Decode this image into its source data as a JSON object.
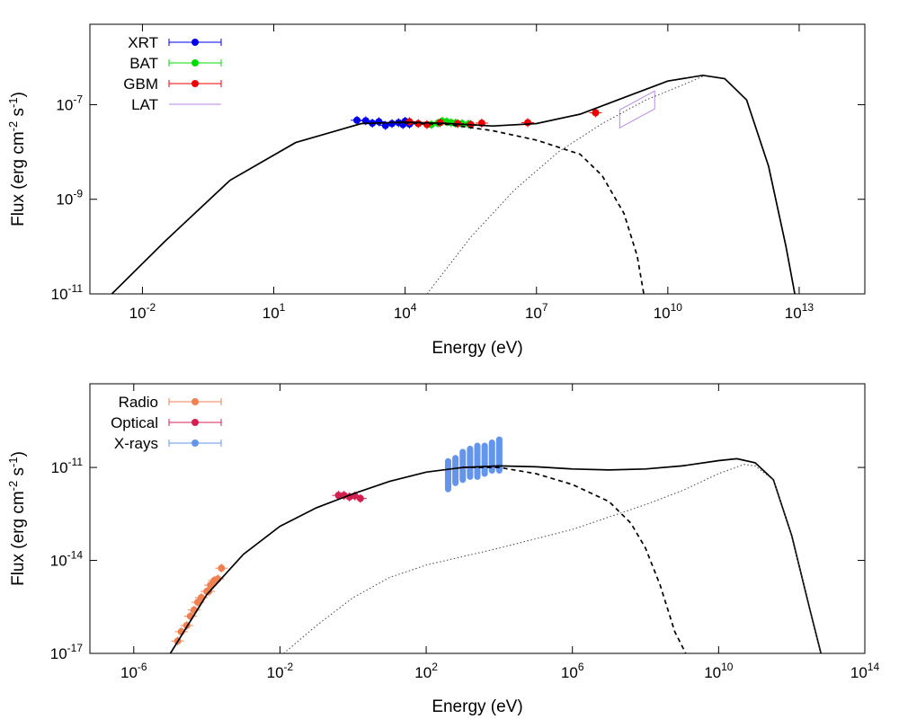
{
  "chart_data": [
    {
      "type": "scatter",
      "log_x": true,
      "log_y": true,
      "xlabel": "Energy (eV)",
      "ylabel": "Flux (erg cm-2 s-1)",
      "ylabel_parts": [
        "Flux (erg cm",
        "-2",
        " s",
        "-1",
        ")"
      ],
      "xlim_exp": [
        -3.2,
        14.5
      ],
      "ylim_exp": [
        -11,
        -5.3
      ],
      "xticks": [
        {
          "base": "10",
          "exp": "-2",
          "v": -2
        },
        {
          "base": "10",
          "exp": "1",
          "v": 1
        },
        {
          "base": "10",
          "exp": "4",
          "v": 4
        },
        {
          "base": "10",
          "exp": "7",
          "v": 7
        },
        {
          "base": "10",
          "exp": "10",
          "v": 10
        },
        {
          "base": "10",
          "exp": "13",
          "v": 13
        }
      ],
      "yticks": [
        {
          "base": "10",
          "exp": "-7",
          "v": -7
        },
        {
          "base": "10",
          "exp": "-9",
          "v": -9
        },
        {
          "base": "10",
          "exp": "-11",
          "v": -11
        }
      ],
      "grid": false,
      "legend_position": "top-left",
      "series": [
        {
          "name": "XRT",
          "color": "#0000ee",
          "kind": "points",
          "points": [
            [
              2.9,
              -7.33
            ],
            [
              3.1,
              -7.34
            ],
            [
              3.25,
              -7.39
            ],
            [
              3.4,
              -7.36
            ],
            [
              3.55,
              -7.44
            ],
            [
              3.7,
              -7.4
            ],
            [
              3.85,
              -7.38
            ],
            [
              3.95,
              -7.42
            ],
            [
              4.0,
              -7.35
            ],
            [
              4.1,
              -7.41
            ]
          ]
        },
        {
          "name": "BAT",
          "color": "#00dd00",
          "kind": "points",
          "points": [
            [
              4.6,
              -7.42
            ],
            [
              4.75,
              -7.39
            ],
            [
              4.85,
              -7.35
            ],
            [
              4.95,
              -7.36
            ],
            [
              5.05,
              -7.38
            ],
            [
              5.15,
              -7.39
            ],
            [
              5.3,
              -7.4
            ],
            [
              5.45,
              -7.41
            ]
          ]
        },
        {
          "name": "GBM",
          "color": "#ee0000",
          "kind": "points",
          "points": [
            [
              4.1,
              -7.36
            ],
            [
              4.3,
              -7.4
            ],
            [
              4.5,
              -7.42
            ],
            [
              4.8,
              -7.38
            ],
            [
              5.2,
              -7.4
            ],
            [
              5.5,
              -7.42
            ],
            [
              5.75,
              -7.39
            ],
            [
              6.8,
              -7.38
            ],
            [
              8.35,
              -7.17
            ]
          ]
        },
        {
          "name": "LAT",
          "color": "#b48be6",
          "kind": "butterfly",
          "points": [
            [
              8.9,
              -7.3
            ],
            [
              9.3,
              -7.1
            ],
            [
              9.7,
              -6.9
            ]
          ]
        },
        {
          "name": "",
          "color": "#000000",
          "kind": "line",
          "style": "solid",
          "points": [
            [
              -2.7,
              -11
            ],
            [
              -1.5,
              -9.9
            ],
            [
              0,
              -8.6
            ],
            [
              1.5,
              -7.8
            ],
            [
              3,
              -7.4
            ],
            [
              4,
              -7.37
            ],
            [
              5,
              -7.4
            ],
            [
              6,
              -7.45
            ],
            [
              7,
              -7.4
            ],
            [
              8,
              -7.2
            ],
            [
              9,
              -6.85
            ],
            [
              10,
              -6.5
            ],
            [
              10.8,
              -6.38
            ],
            [
              11.3,
              -6.45
            ],
            [
              11.8,
              -6.9
            ],
            [
              12.3,
              -8.3
            ],
            [
              12.7,
              -10
            ],
            [
              12.9,
              -11
            ]
          ]
        },
        {
          "name": "",
          "color": "#000000",
          "kind": "line",
          "style": "dashed",
          "points": [
            [
              3.8,
              -7.38
            ],
            [
              5,
              -7.42
            ],
            [
              6,
              -7.55
            ],
            [
              7,
              -7.75
            ],
            [
              8,
              -8.05
            ],
            [
              8.5,
              -8.5
            ],
            [
              9,
              -9.3
            ],
            [
              9.3,
              -10.2
            ],
            [
              9.45,
              -11
            ]
          ]
        },
        {
          "name": "",
          "color": "#444444",
          "kind": "line",
          "style": "dotted",
          "points": [
            [
              4.5,
              -11
            ],
            [
              5.5,
              -9.8
            ],
            [
              6.5,
              -8.8
            ],
            [
              7.5,
              -8.0
            ],
            [
              8.5,
              -7.4
            ],
            [
              9.5,
              -6.9
            ],
            [
              10.3,
              -6.6
            ],
            [
              10.8,
              -6.4
            ]
          ]
        }
      ]
    },
    {
      "type": "scatter",
      "log_x": true,
      "log_y": true,
      "xlabel": "Energy (eV)",
      "ylabel": "Flux (erg cm-2 s-1)",
      "ylabel_parts": [
        "Flux (erg cm",
        "-2",
        " s",
        "-1",
        ")"
      ],
      "xlim_exp": [
        -7.2,
        14
      ],
      "ylim_exp": [
        -17,
        -8.3
      ],
      "xticks": [
        {
          "base": "10",
          "exp": "-6",
          "v": -6
        },
        {
          "base": "10",
          "exp": "-2",
          "v": -2
        },
        {
          "base": "10",
          "exp": "2",
          "v": 2
        },
        {
          "base": "10",
          "exp": "6",
          "v": 6
        },
        {
          "base": "10",
          "exp": "10",
          "v": 10
        },
        {
          "base": "10",
          "exp": "14",
          "v": 14
        }
      ],
      "yticks": [
        {
          "base": "10",
          "exp": "-11",
          "v": -11
        },
        {
          "base": "10",
          "exp": "-14",
          "v": -14
        },
        {
          "base": "10",
          "exp": "-17",
          "v": -17
        }
      ],
      "grid": false,
      "legend_position": "top-left",
      "series": [
        {
          "name": "Radio",
          "color": "#f08050",
          "kind": "points",
          "points": [
            [
              -4.8,
              -16.6
            ],
            [
              -4.7,
              -16.3
            ],
            [
              -4.55,
              -16.1
            ],
            [
              -4.45,
              -15.8
            ],
            [
              -4.35,
              -15.6
            ],
            [
              -4.25,
              -15.35
            ],
            [
              -4.15,
              -15.2
            ],
            [
              -4.0,
              -15.0
            ],
            [
              -3.9,
              -14.8
            ],
            [
              -3.8,
              -14.65
            ],
            [
              -3.6,
              -14.25
            ],
            [
              -3.95,
              -15.0
            ],
            [
              -3.7,
              -14.6
            ]
          ]
        },
        {
          "name": "Optical",
          "color": "#d42050",
          "kind": "points",
          "points": [
            [
              -0.4,
              -11.9
            ],
            [
              -0.25,
              -11.9
            ],
            [
              -0.1,
              -11.95
            ],
            [
              0.05,
              -11.92
            ],
            [
              0.2,
              -12.0
            ]
          ]
        },
        {
          "name": "X-rays",
          "color": "#6495ed",
          "kind": "band",
          "points": [
            [
              2.6,
              -11.7,
              -10.8
            ],
            [
              2.8,
              -11.5,
              -10.7
            ],
            [
              3.0,
              -11.4,
              -10.5
            ],
            [
              3.2,
              -11.3,
              -10.4
            ],
            [
              3.4,
              -11.3,
              -10.3
            ],
            [
              3.6,
              -11.2,
              -10.3
            ],
            [
              3.8,
              -11.1,
              -10.2
            ],
            [
              4.0,
              -11.1,
              -10.1
            ]
          ]
        },
        {
          "name": "",
          "color": "#000000",
          "kind": "line",
          "style": "solid",
          "points": [
            [
              -5.0,
              -17
            ],
            [
              -4,
              -15.1
            ],
            [
              -3,
              -13.8
            ],
            [
              -2,
              -12.9
            ],
            [
              -1,
              -12.3
            ],
            [
              0,
              -11.85
            ],
            [
              1,
              -11.45
            ],
            [
              2,
              -11.15
            ],
            [
              3,
              -11.0
            ],
            [
              4,
              -10.95
            ],
            [
              5,
              -10.98
            ],
            [
              6,
              -11.05
            ],
            [
              7,
              -11.08
            ],
            [
              8,
              -11.05
            ],
            [
              9,
              -10.95
            ],
            [
              10,
              -10.78
            ],
            [
              10.5,
              -10.72
            ],
            [
              11,
              -10.85
            ],
            [
              11.5,
              -11.4
            ],
            [
              12,
              -13.2
            ],
            [
              12.5,
              -15.6
            ],
            [
              12.8,
              -17
            ]
          ]
        },
        {
          "name": "",
          "color": "#000000",
          "kind": "line",
          "style": "dashed",
          "points": [
            [
              3,
              -11.0
            ],
            [
              4,
              -11.0
            ],
            [
              5,
              -11.2
            ],
            [
              6,
              -11.55
            ],
            [
              7,
              -12.1
            ],
            [
              7.6,
              -12.8
            ],
            [
              8,
              -13.6
            ],
            [
              8.4,
              -14.8
            ],
            [
              8.8,
              -16.3
            ],
            [
              9.1,
              -17
            ]
          ]
        },
        {
          "name": "",
          "color": "#444444",
          "kind": "line",
          "style": "dotted",
          "points": [
            [
              -1.9,
              -17
            ],
            [
              -1,
              -16.1
            ],
            [
              0,
              -15.2
            ],
            [
              1,
              -14.55
            ],
            [
              2,
              -14.15
            ],
            [
              4,
              -13.6
            ],
            [
              6,
              -13.0
            ],
            [
              8,
              -12.2
            ],
            [
              9,
              -11.75
            ],
            [
              10,
              -11.2
            ],
            [
              10.7,
              -10.9
            ],
            [
              11,
              -10.95
            ],
            [
              11.5,
              -11.4
            ],
            [
              12,
              -13.2
            ],
            [
              12.5,
              -15.6
            ],
            [
              12.8,
              -17
            ]
          ]
        }
      ]
    }
  ]
}
